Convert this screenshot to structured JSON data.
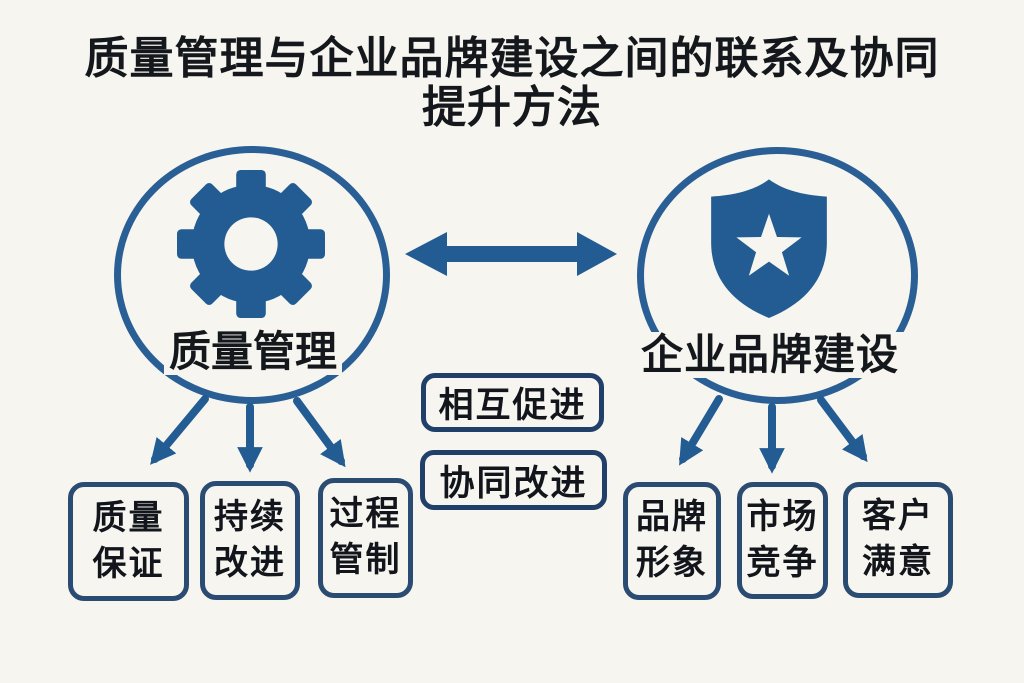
{
  "colors": {
    "background": "#f7f5ef",
    "blue": "#235c92",
    "circle_stroke": "#2a5f96",
    "leaf_border": "#2b4c72",
    "relation_border": "#20406a",
    "text": "#14181d"
  },
  "title": {
    "line1": "质量管理与企业品牌建设之间的联系及协同",
    "line2": "提升方法"
  },
  "nodes": {
    "left": {
      "label": "质量管理",
      "icon": "gear-icon"
    },
    "right": {
      "label": "企业品牌建设",
      "icon": "shield-star-icon"
    }
  },
  "relations": [
    {
      "label": "相互促进"
    },
    {
      "label": "协同改进"
    }
  ],
  "left_children": [
    {
      "line1": "质量",
      "line2": "保证"
    },
    {
      "line1": "持续",
      "line2": "改进"
    },
    {
      "line1": "过程",
      "line2": "管制"
    }
  ],
  "right_children": [
    {
      "line1": "品牌",
      "line2": "形象"
    },
    {
      "line1": "市场",
      "line2": "竞争"
    },
    {
      "line1": "客户",
      "line2": "满意"
    }
  ]
}
